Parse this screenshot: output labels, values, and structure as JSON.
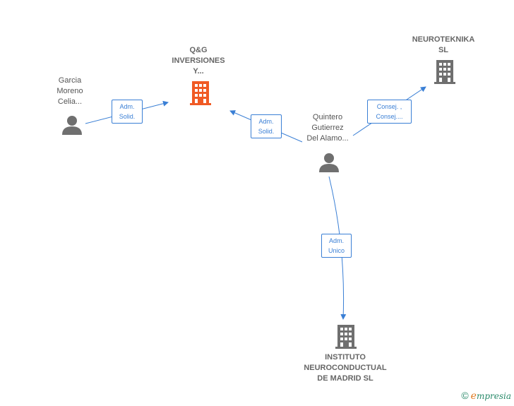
{
  "nodes": {
    "qg": {
      "line1": "Q&G",
      "line2": "INVERSIONES",
      "line3": "Y..."
    },
    "neuroteknika": {
      "line1": "NEUROTEKNIKA",
      "line2": "SL"
    },
    "instituto": {
      "line1": "INSTITUTO",
      "line2": "NEUROCONDUCTUAL",
      "line3": "DE MADRID SL"
    },
    "garcia": {
      "line1": "Garcia",
      "line2": "Moreno",
      "line3": "Celia..."
    },
    "quintero": {
      "line1": "Quintero",
      "line2": "Gutierrez",
      "line3": "Del Alamo..."
    }
  },
  "edges": {
    "garcia_qg": {
      "line1": "Adm.",
      "line2": "Solid."
    },
    "quintero_qg": {
      "line1": "Adm.",
      "line2": "Solid."
    },
    "quintero_neuro": {
      "line1": "Consej. ,",
      "line2": "Consej...."
    },
    "quintero_instituto": {
      "line1": "Adm.",
      "line2": "Unico"
    }
  },
  "colors": {
    "edge": "#3a7fd5",
    "company_main": "#f05a24",
    "company": "#6f6f6f",
    "person": "#6f6f6f"
  },
  "brand": {
    "copyright": "©",
    "initial": "e",
    "rest": "mpresia"
  }
}
